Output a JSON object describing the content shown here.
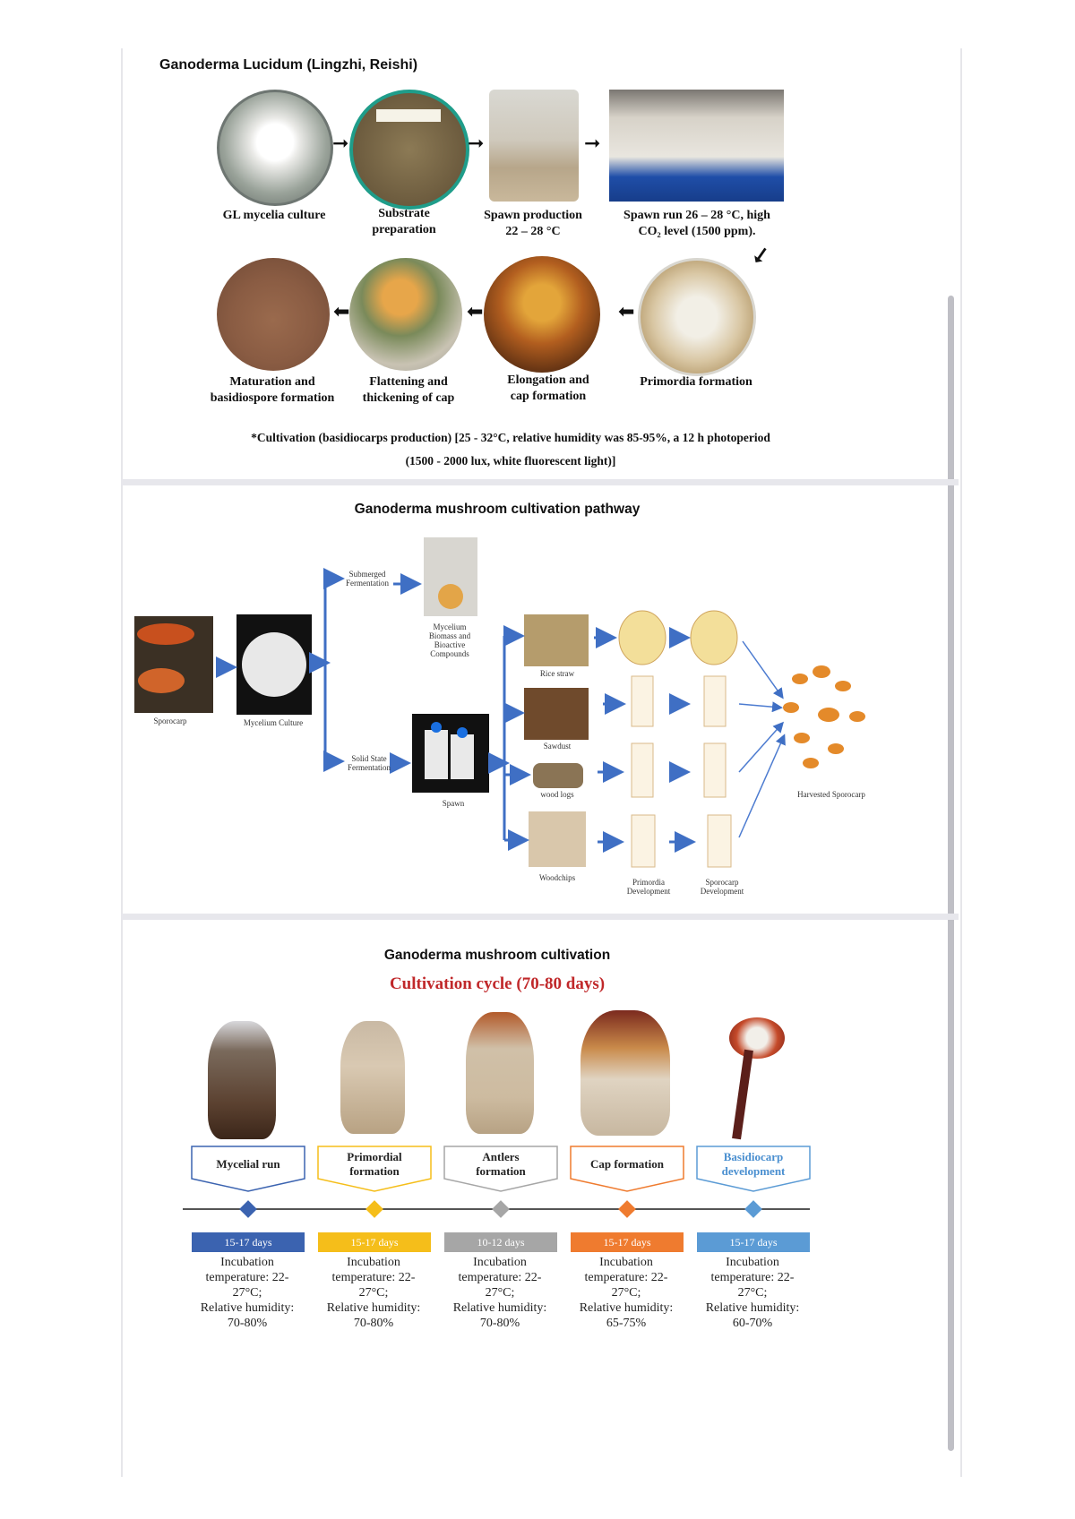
{
  "panel1": {
    "title": "Ganoderma Lucidum (Lingzhi,  Reishi)",
    "steps_row1": [
      {
        "line1": "GL mycelia culture",
        "line2": ""
      },
      {
        "line1": "Substrate",
        "line2": "preparation"
      },
      {
        "line1": "Spawn production",
        "line2": "22 – 28 °C"
      },
      {
        "line1": "Spawn run 26 – 28 °C, high",
        "line2": "CO₂ level (1500 ppm)."
      }
    ],
    "steps_row2": [
      {
        "line1": "Maturation and",
        "line2": "basidiospore formation"
      },
      {
        "line1": "Flattening and",
        "line2": "thickening of cap"
      },
      {
        "line1": "Elongation and",
        "line2": "cap formation"
      },
      {
        "line1": "Primordia formation",
        "line2": ""
      }
    ],
    "note_line1": "*Cultivation (basidiocarps production) [25 - 32°C, relative humidity was 85-95%, a 12 h photoperiod",
    "note_line2": "(1500 - 2000 lux, white fluorescent light)]"
  },
  "panel2": {
    "title": "Ganoderma mushroom cultivation pathway",
    "sporocarp": "Sporocarp",
    "mycelium_culture": "Mycelium Culture",
    "submerged_1": "Submerged",
    "submerged_2": "Fermentation",
    "mycelium_biomass": [
      "Mycelium",
      "Biomass and",
      "Bioactive",
      "Compounds"
    ],
    "solid_state_1": "Solid State",
    "solid_state_2": "Fermentation",
    "spawn": "Spawn",
    "rice_straw": "Rice straw",
    "sawdust": "Sawdust",
    "wood_logs": "wood logs",
    "woodchips": "Woodchips",
    "primordia_dev_1": "Primordia",
    "primordia_dev_2": "Development",
    "sporocarp_dev_1": "Sporocarp",
    "sporocarp_dev_2": "Development",
    "harvested": "Harvested Sporocarp"
  },
  "panel3": {
    "title": "Ganoderma mushroom cultivation",
    "subtitle": "Cultivation cycle (70-80 days)",
    "stages": [
      {
        "name1": "Mycelial run",
        "name2": "",
        "days": "15-17 days",
        "color": "#3b63b0",
        "temp": "temperature: 22-",
        "temp2": "27°C;",
        "rh": "70-80%"
      },
      {
        "name1": "Primordial",
        "name2": "formation",
        "days": "15-17 days",
        "color": "#f5be1a",
        "temp": "temperature: 22-",
        "temp2": "27°C;",
        "rh": "70-80%"
      },
      {
        "name1": "Antlers",
        "name2": "formation",
        "days": "10-12 days",
        "color": "#a6a6a6",
        "temp": "temperature: 22-",
        "temp2": "27°C;",
        "rh": "70-80%"
      },
      {
        "name1": "Cap formation",
        "name2": "",
        "days": "15-17 days",
        "color": "#ef7b2f",
        "temp": "temperature: 22-",
        "temp2": "27°C;",
        "rh": "65-75%"
      },
      {
        "name1": "Basidiocarp",
        "name2": "development",
        "days": "15-17 days",
        "color": "#5b9bd5",
        "temp": "temperature: 22-",
        "temp2": "27°C;",
        "rh": "60-70%"
      }
    ],
    "incubation": "Incubation",
    "relative_humidity": "Relative humidity:"
  }
}
